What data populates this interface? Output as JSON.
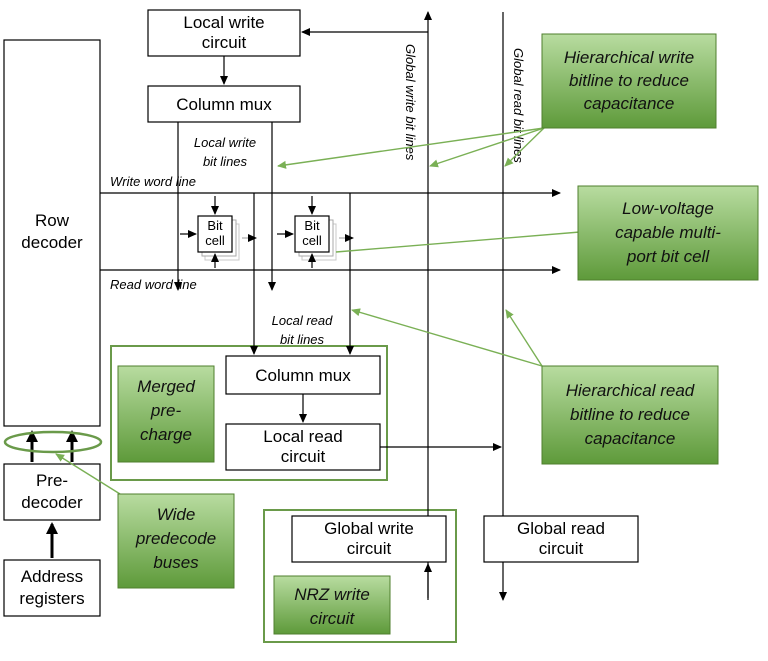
{
  "blocks": {
    "local_write": [
      "Local write",
      "circuit"
    ],
    "column_mux_top": "Column mux",
    "row_decoder": [
      "Row",
      "decoder"
    ],
    "bit_cell": [
      "Bit",
      "cell"
    ],
    "column_mux_bottom": "Column mux",
    "local_read": [
      "Local read",
      "circuit"
    ],
    "predecoder": [
      "Pre-",
      "decoder"
    ],
    "address_registers": [
      "Address",
      "registers"
    ],
    "global_write": [
      "Global write",
      "circuit"
    ],
    "global_read": [
      "Global read",
      "circuit"
    ]
  },
  "labels": {
    "local_write_bitlines": [
      "Local write",
      "bit lines"
    ],
    "write_word_line": "Write word line",
    "read_word_line": "Read word line",
    "local_read_bitlines": [
      "Local read",
      "bit lines"
    ],
    "global_write_bitlines": "Global write bit lines",
    "global_read_bitlines": "Global read bit lines"
  },
  "callouts": {
    "hier_write": [
      "Hierarchical write",
      "bitline to reduce",
      "capacitance"
    ],
    "low_voltage": [
      "Low-voltage",
      "capable multi-",
      "port bit cell"
    ],
    "hier_read": [
      "Hierarchical read",
      "bitline to reduce",
      "capacitance"
    ],
    "merged_precharge": [
      "Merged",
      "pre-",
      "charge"
    ],
    "wide_predecode": [
      "Wide",
      "predecode",
      "buses"
    ],
    "nrz_write": [
      "NRZ write",
      "circuit"
    ]
  },
  "colors": {
    "callout_top": "#b8dca0",
    "callout_bottom": "#5e9a3a",
    "callout_line": "#7ab055",
    "group_border": "#6a9a4a"
  }
}
